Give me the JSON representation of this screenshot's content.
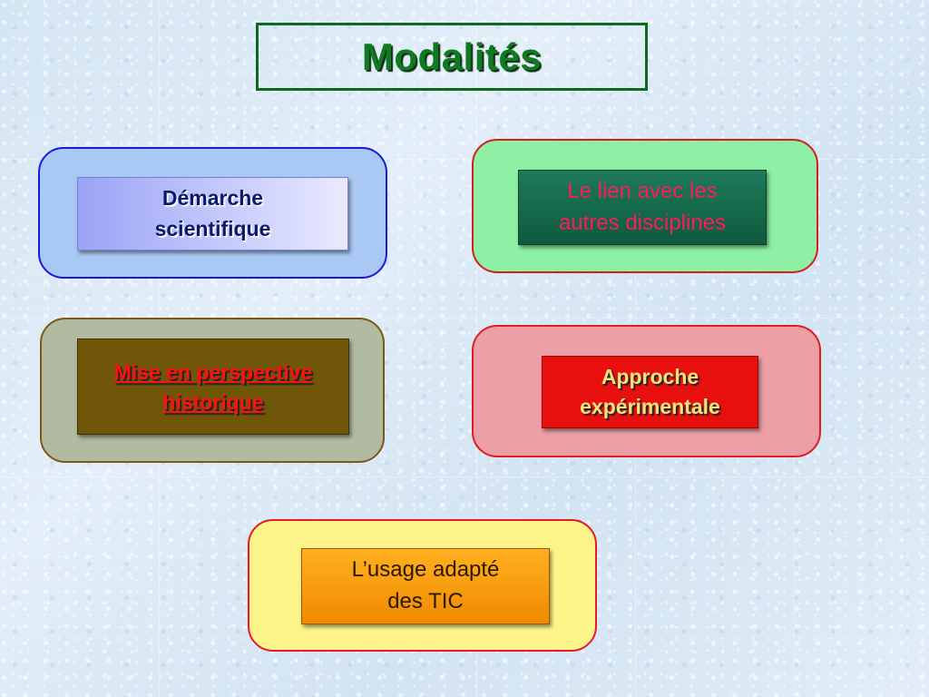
{
  "title": "Modalités",
  "boxes": {
    "demarche": {
      "line1": "Démarche",
      "line2": "scientifique"
    },
    "lien": {
      "line1": "Le lien avec les",
      "line2": "autres disciplines"
    },
    "mise": {
      "line1": "Mise en perspective",
      "line2": "historique"
    },
    "approche": {
      "line1": "Approche",
      "line2": "expérimentale"
    },
    "usage": {
      "line1": "L’usage adapté",
      "line2": "des TIC"
    }
  },
  "colors": {
    "title": "#0f7a1f",
    "title_border": "#0c6a1d",
    "demarche_outer": "#a9c9f4",
    "lien_outer": "#8ef0a4",
    "mise_outer": "#b0bba2",
    "approche_outer": "#ec9fa6",
    "usage_outer": "#fdf58a"
  }
}
